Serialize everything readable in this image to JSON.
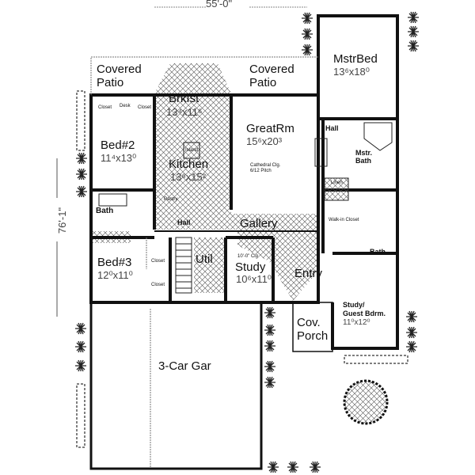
{
  "dimensions": {
    "width": "55'-0\"",
    "depth": "76'-1\""
  },
  "rooms": {
    "covered_patio_left": "Covered\nPatio",
    "covered_patio_right": "Covered\nPatio",
    "brkfst": {
      "name": "Brkfst",
      "size": "13⁴x11⁶"
    },
    "great_rm": {
      "name": "GreatRm",
      "size": "15⁶x20³",
      "note1": "Cathedral Clg.",
      "note2": "6/12 Pitch"
    },
    "mstr_bed": {
      "name": "MstrBed",
      "size": "13⁶x18⁰"
    },
    "hall_master": "Hall",
    "mstr_bath": "Mstr.\nBath",
    "bed2": {
      "name": "Bed#2",
      "size": "11⁴x13⁰"
    },
    "kitchen": {
      "name": "Kitchen",
      "size": "13⁶x15²"
    },
    "island": "Island",
    "pantry": "Pantry",
    "bath": "Bath",
    "hall": "Hall",
    "gallery": "Gallery",
    "bed3": {
      "name": "Bed#3",
      "size": "12⁰x11⁰"
    },
    "util": "Util",
    "study": {
      "name": "Study",
      "size": "10⁶x11⁰",
      "note": "10'-0\" Clg."
    },
    "entry": "Entry",
    "walk_in_closet": "Walk-in\nCloset",
    "bath2": "Bath",
    "cov_porch": "Cov.\nPorch",
    "study_guest": {
      "name": "Study/\nGuest Bdrm.",
      "size": "11⁰x12⁰"
    },
    "garage": "3-Car Gar",
    "closet": "Closet",
    "desk": "Desk",
    "linen": "Linen"
  }
}
